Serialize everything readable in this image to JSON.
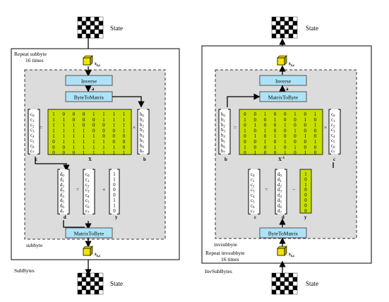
{
  "left": {
    "state_top": "State",
    "state_bottom": "State",
    "repeat_text_1": "Repeat subbyte",
    "repeat_text_2": "16 times",
    "s_label": "s",
    "s_sub": "r,c",
    "op1": "Inverse",
    "op1_out": "a",
    "op2": "ByteToMatrix",
    "op3": "MatrixToByte",
    "inner_caption": "subbyte",
    "outer_caption": "SubBytes",
    "c_vec": [
      "c0",
      "c1",
      "c2",
      "c3",
      "c4",
      "c5",
      "c6",
      "c7"
    ],
    "b_vec": [
      "b0",
      "b1",
      "b2",
      "b3",
      "b4",
      "b5",
      "b6",
      "b7"
    ],
    "d_vec": [
      "d0",
      "d1",
      "d2",
      "d3",
      "d4",
      "d5",
      "d6",
      "d7"
    ],
    "matrix": [
      "1 0 0 0 1 1 1 1",
      "1 1 0 0 0 1 1 1",
      "1 1 1 0 0 0 1 1",
      "1 1 1 1 0 0 0 1",
      "1 1 1 1 1 0 0 0",
      "0 1 1 1 1 1 0 0",
      "0 0 1 1 1 1 1 0",
      "0 0 0 1 1 1 1 1"
    ],
    "y_vec": [
      "1",
      "1",
      "0",
      "0",
      "0",
      "1",
      "1",
      "0"
    ],
    "label_c": "c",
    "label_X": "X",
    "label_b": "b",
    "label_d": "d",
    "label_y": "y",
    "sym_eq": "=",
    "sym_times": "×",
    "sym_plus": "+"
  },
  "right": {
    "state_top": "State",
    "state_bottom": "State",
    "repeat_text_1": "Repeat invsubbyte",
    "repeat_text_2": "16 times",
    "s_label": "s",
    "s_sub": "r,c",
    "op1": "Inverse",
    "op1_out": "a",
    "op2": "MatrixToByte",
    "op3": "ByteToMatrix",
    "inner_caption": "invsubbyte",
    "outer_caption": "InvSubBytes",
    "b_vec": [
      "b0",
      "b1",
      "b2",
      "b3",
      "b4",
      "b5",
      "b6",
      "b7"
    ],
    "c_vec": [
      "c0",
      "c1",
      "c2",
      "c3",
      "c4",
      "c5",
      "c6",
      "c7"
    ],
    "d_vec": [
      "d0",
      "d1",
      "d2",
      "d3",
      "d4",
      "d5",
      "d6",
      "d7"
    ],
    "matrix": [
      "0 0 1 0 0 1 0 1",
      "1 0 0 1 0 0 1 0",
      "0 1 0 0 1 0 0 1",
      "1 0 1 0 0 1 0 0",
      "0 1 0 1 0 0 1 0",
      "0 0 1 0 1 0 0 1",
      "1 0 0 1 0 1 0 0",
      "0 1 0 0 1 0 1 0"
    ],
    "y_vec": [
      "1",
      "0",
      "1",
      "0",
      "0",
      "0",
      "0",
      "0"
    ],
    "label_b": "b",
    "label_Xinv": "X",
    "label_Xinv_sup": "-1",
    "label_c": "c",
    "label_d": "d",
    "label_y": "y",
    "sym_eq": "=",
    "sym_times": "×",
    "sym_minus": "−"
  },
  "colors": {
    "matrix": "#c8e000",
    "op_box": "#aee3f7",
    "inner_panel": "#dcdcdc",
    "byte_cube": "#f3e500"
  },
  "icons": [
    "state-checkerboard-icon",
    "byte-cube-icon",
    "down-arrow-icon",
    "up-arrow-icon"
  ]
}
